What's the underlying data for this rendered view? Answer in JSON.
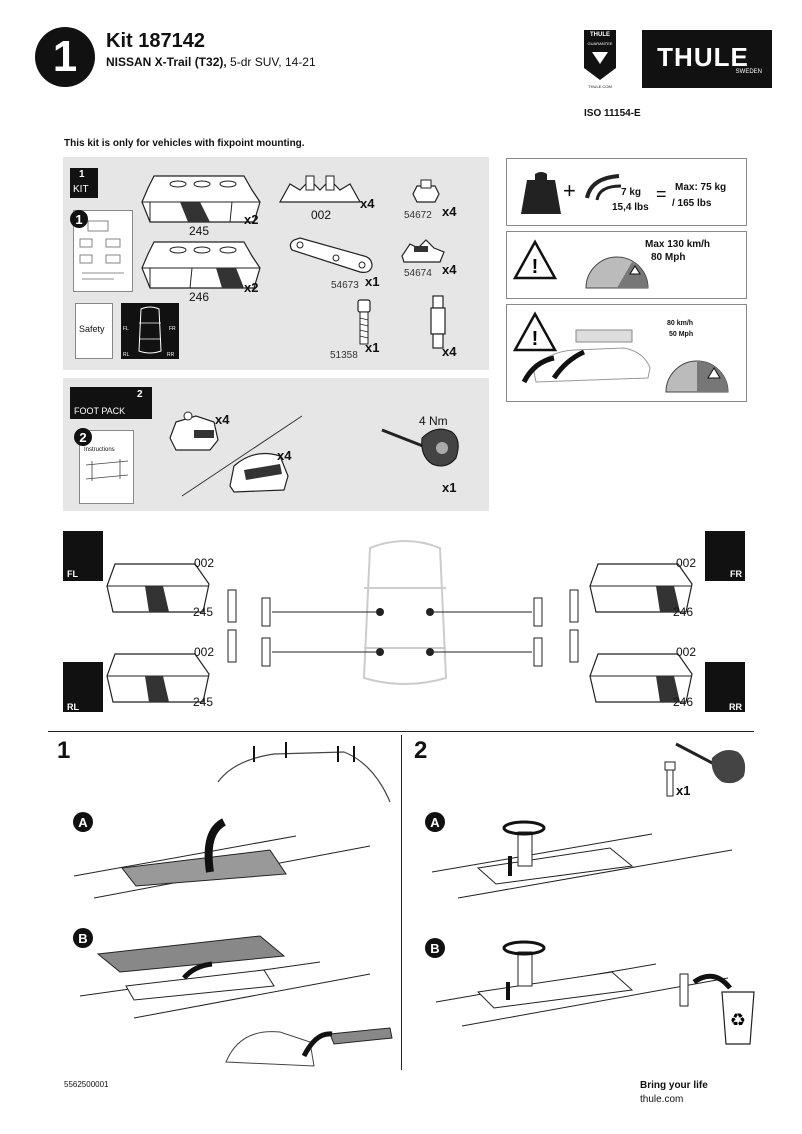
{
  "header": {
    "step_number": "1",
    "kit_title": "Kit 187142",
    "vehicle_bold": "NISSAN X-Trail (T32),",
    "vehicle_rest": " 5-dr SUV, 14-21",
    "brand": "THULE",
    "brand_sub": "SWEDEN",
    "badge_top": "THULE",
    "badge_mid": "GUARANTEE",
    "badge_bottom": "THULE.COM",
    "iso": "ISO 11154-E"
  },
  "notice": "This kit is only for vehicles with fixpoint mounting.",
  "kit_panel": {
    "badge_num": "1",
    "badge_label": "KIT",
    "doc_num": "1",
    "safety_label": "Safety",
    "parts": [
      {
        "code": "245",
        "qty": "x2"
      },
      {
        "code": "246",
        "qty": "x2"
      },
      {
        "code": "002",
        "qty": "x4"
      },
      {
        "code": "54672",
        "qty": "x4"
      },
      {
        "code": "54673",
        "qty": "x1"
      },
      {
        "code": "54674",
        "qty": "x4"
      },
      {
        "code": "51358",
        "qty": "x1"
      },
      {
        "code": "",
        "qty": "x4"
      }
    ],
    "pos_labels": [
      "FL",
      "FR",
      "RL",
      "RR"
    ]
  },
  "foot_panel": {
    "badge_num": "2",
    "badge_label": "FOOT PACK",
    "doc_num": "2",
    "doc_title": "Instructions",
    "foot_qty_1": "x4",
    "foot_qty_2": "x4",
    "torque": "4 Nm",
    "tool_qty": "x1"
  },
  "warnings": {
    "load_weight": "7 kg",
    "load_weight_lbs": "15,4 lbs",
    "load_max": "Max: 75 kg",
    "load_max_lbs": "/ 165 lbs",
    "speed_max": "Max  130 km/h",
    "speed_max_mph": "80 Mph",
    "speed_load": "80 km/h",
    "speed_load_mph": "50 Mph"
  },
  "layout_labels": {
    "fl": "FL",
    "fr": "FR",
    "rl": "RL",
    "rr": "RR",
    "code_002": "002",
    "code_245": "245",
    "code_246": "246"
  },
  "steps": {
    "step1": "1",
    "step2": "2",
    "a": "A",
    "b": "B",
    "screw_qty": "x1"
  },
  "footer": {
    "doc_number": "5562500001",
    "tagline": "Bring your life",
    "website": "thule.com"
  }
}
